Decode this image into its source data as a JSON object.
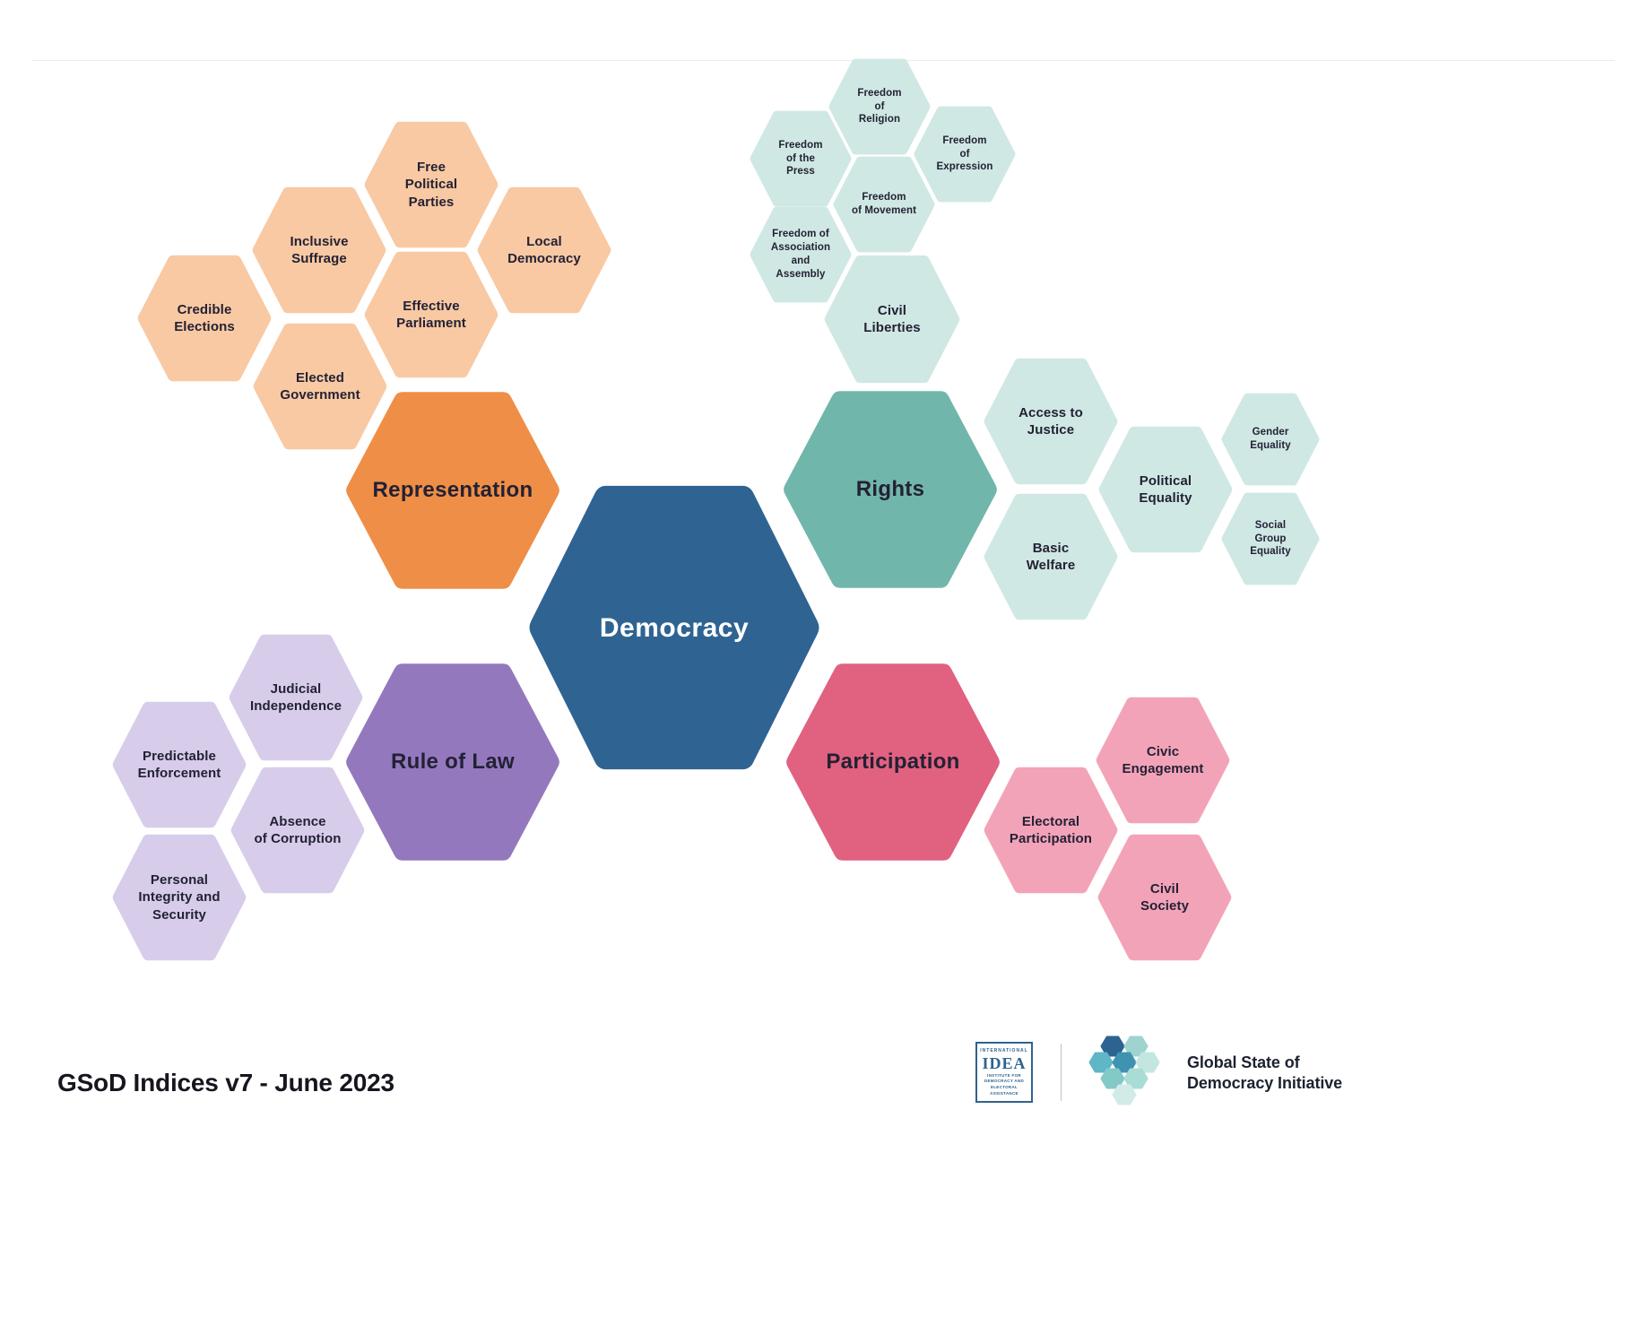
{
  "diagram": {
    "center": {
      "label": "Democracy",
      "color": "#2f6492",
      "text_color": "#ffffff"
    },
    "categories": {
      "representation": {
        "label": "Representation",
        "color": "#ef8e46",
        "sub_color": "#f8c9a3",
        "subs": [
          "Free\nPolitical\nParties",
          "Inclusive\nSuffrage",
          "Local\nDemocracy",
          "Credible\nElections",
          "Effective\nParliament",
          "Elected\nGovernment"
        ]
      },
      "rights": {
        "label": "Rights",
        "color": "#71b6ab",
        "sub_color": "#cfe8e4",
        "subs": [
          "Freedom\nof\nReligion",
          "Freedom\nof the\nPress",
          "Freedom\nof\nExpression",
          "Freedom\nof Movement",
          "Freedom of\nAssociation\nand\nAssembly",
          "Civil\nLiberties",
          "Access to\nJustice",
          "Political\nEquality",
          "Basic\nWelfare",
          "Gender\nEquality",
          "Social\nGroup\nEquality"
        ]
      },
      "rule_of_law": {
        "label": "Rule of Law",
        "color": "#9478bd",
        "sub_color": "#d7cdea",
        "subs": [
          "Judicial\nIndependence",
          "Predictable\nEnforcement",
          "Absence\nof Corruption",
          "Personal\nIntegrity and\nSecurity"
        ]
      },
      "participation": {
        "label": "Participation",
        "color": "#e16180",
        "sub_color": "#f3a3b8",
        "subs": [
          "Civic\nEngagement",
          "Electoral\nParticipation",
          "Civil\nSociety"
        ]
      }
    }
  },
  "footer": {
    "caption": "GSoD Indices v7 - June 2023",
    "idea_logo": {
      "top": "INTERNATIONAL",
      "name": "IDEA",
      "sub": "INSTITUTE FOR\nDEMOCRACY AND\nELECTORAL ASSISTANCE"
    },
    "gsod_logo": {
      "name": "Global State of\nDemocracy Initiative"
    }
  }
}
